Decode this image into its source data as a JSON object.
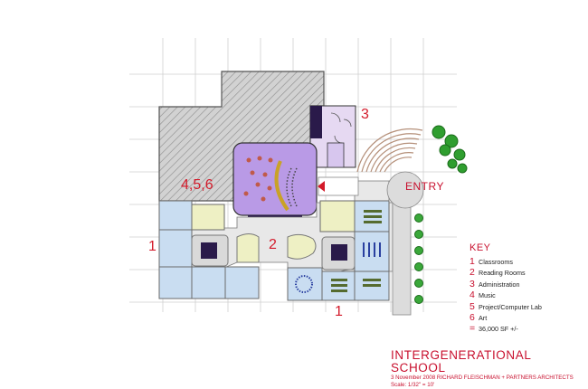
{
  "labels": {
    "entry": "ENTRY",
    "room_3": "3",
    "room_456": "4,5,6",
    "room_1_left": "1",
    "room_2": "2",
    "room_1_bottom": "1"
  },
  "key": {
    "title": "KEY",
    "items": [
      {
        "num": "1",
        "text": "Classrooms"
      },
      {
        "num": "2",
        "text": "Reading Rooms"
      },
      {
        "num": "3",
        "text": "Administration"
      },
      {
        "num": "4",
        "text": "Music"
      },
      {
        "num": "5",
        "text": "Project/Computer Lab"
      },
      {
        "num": "6",
        "text": "Art"
      },
      {
        "num": "=",
        "text": "36,000 SF +/-"
      }
    ]
  },
  "title_block": {
    "title": "INTERGENERATIONAL SCHOOL",
    "line1": "3 November 2008   RICHARD FLEISCHMAN + PARTNERS ARCHITECTS",
    "line2": "Scale:  1/32\" = 10'"
  },
  "colors": {
    "classroom_blue": "#c9ddf1",
    "admin_lavender": "#e6d9f2",
    "music_purple": "#b99ae6",
    "reading_yellow": "#eef0c4",
    "label_red": "#c8102e",
    "tree_green": "#2f9e2f"
  }
}
